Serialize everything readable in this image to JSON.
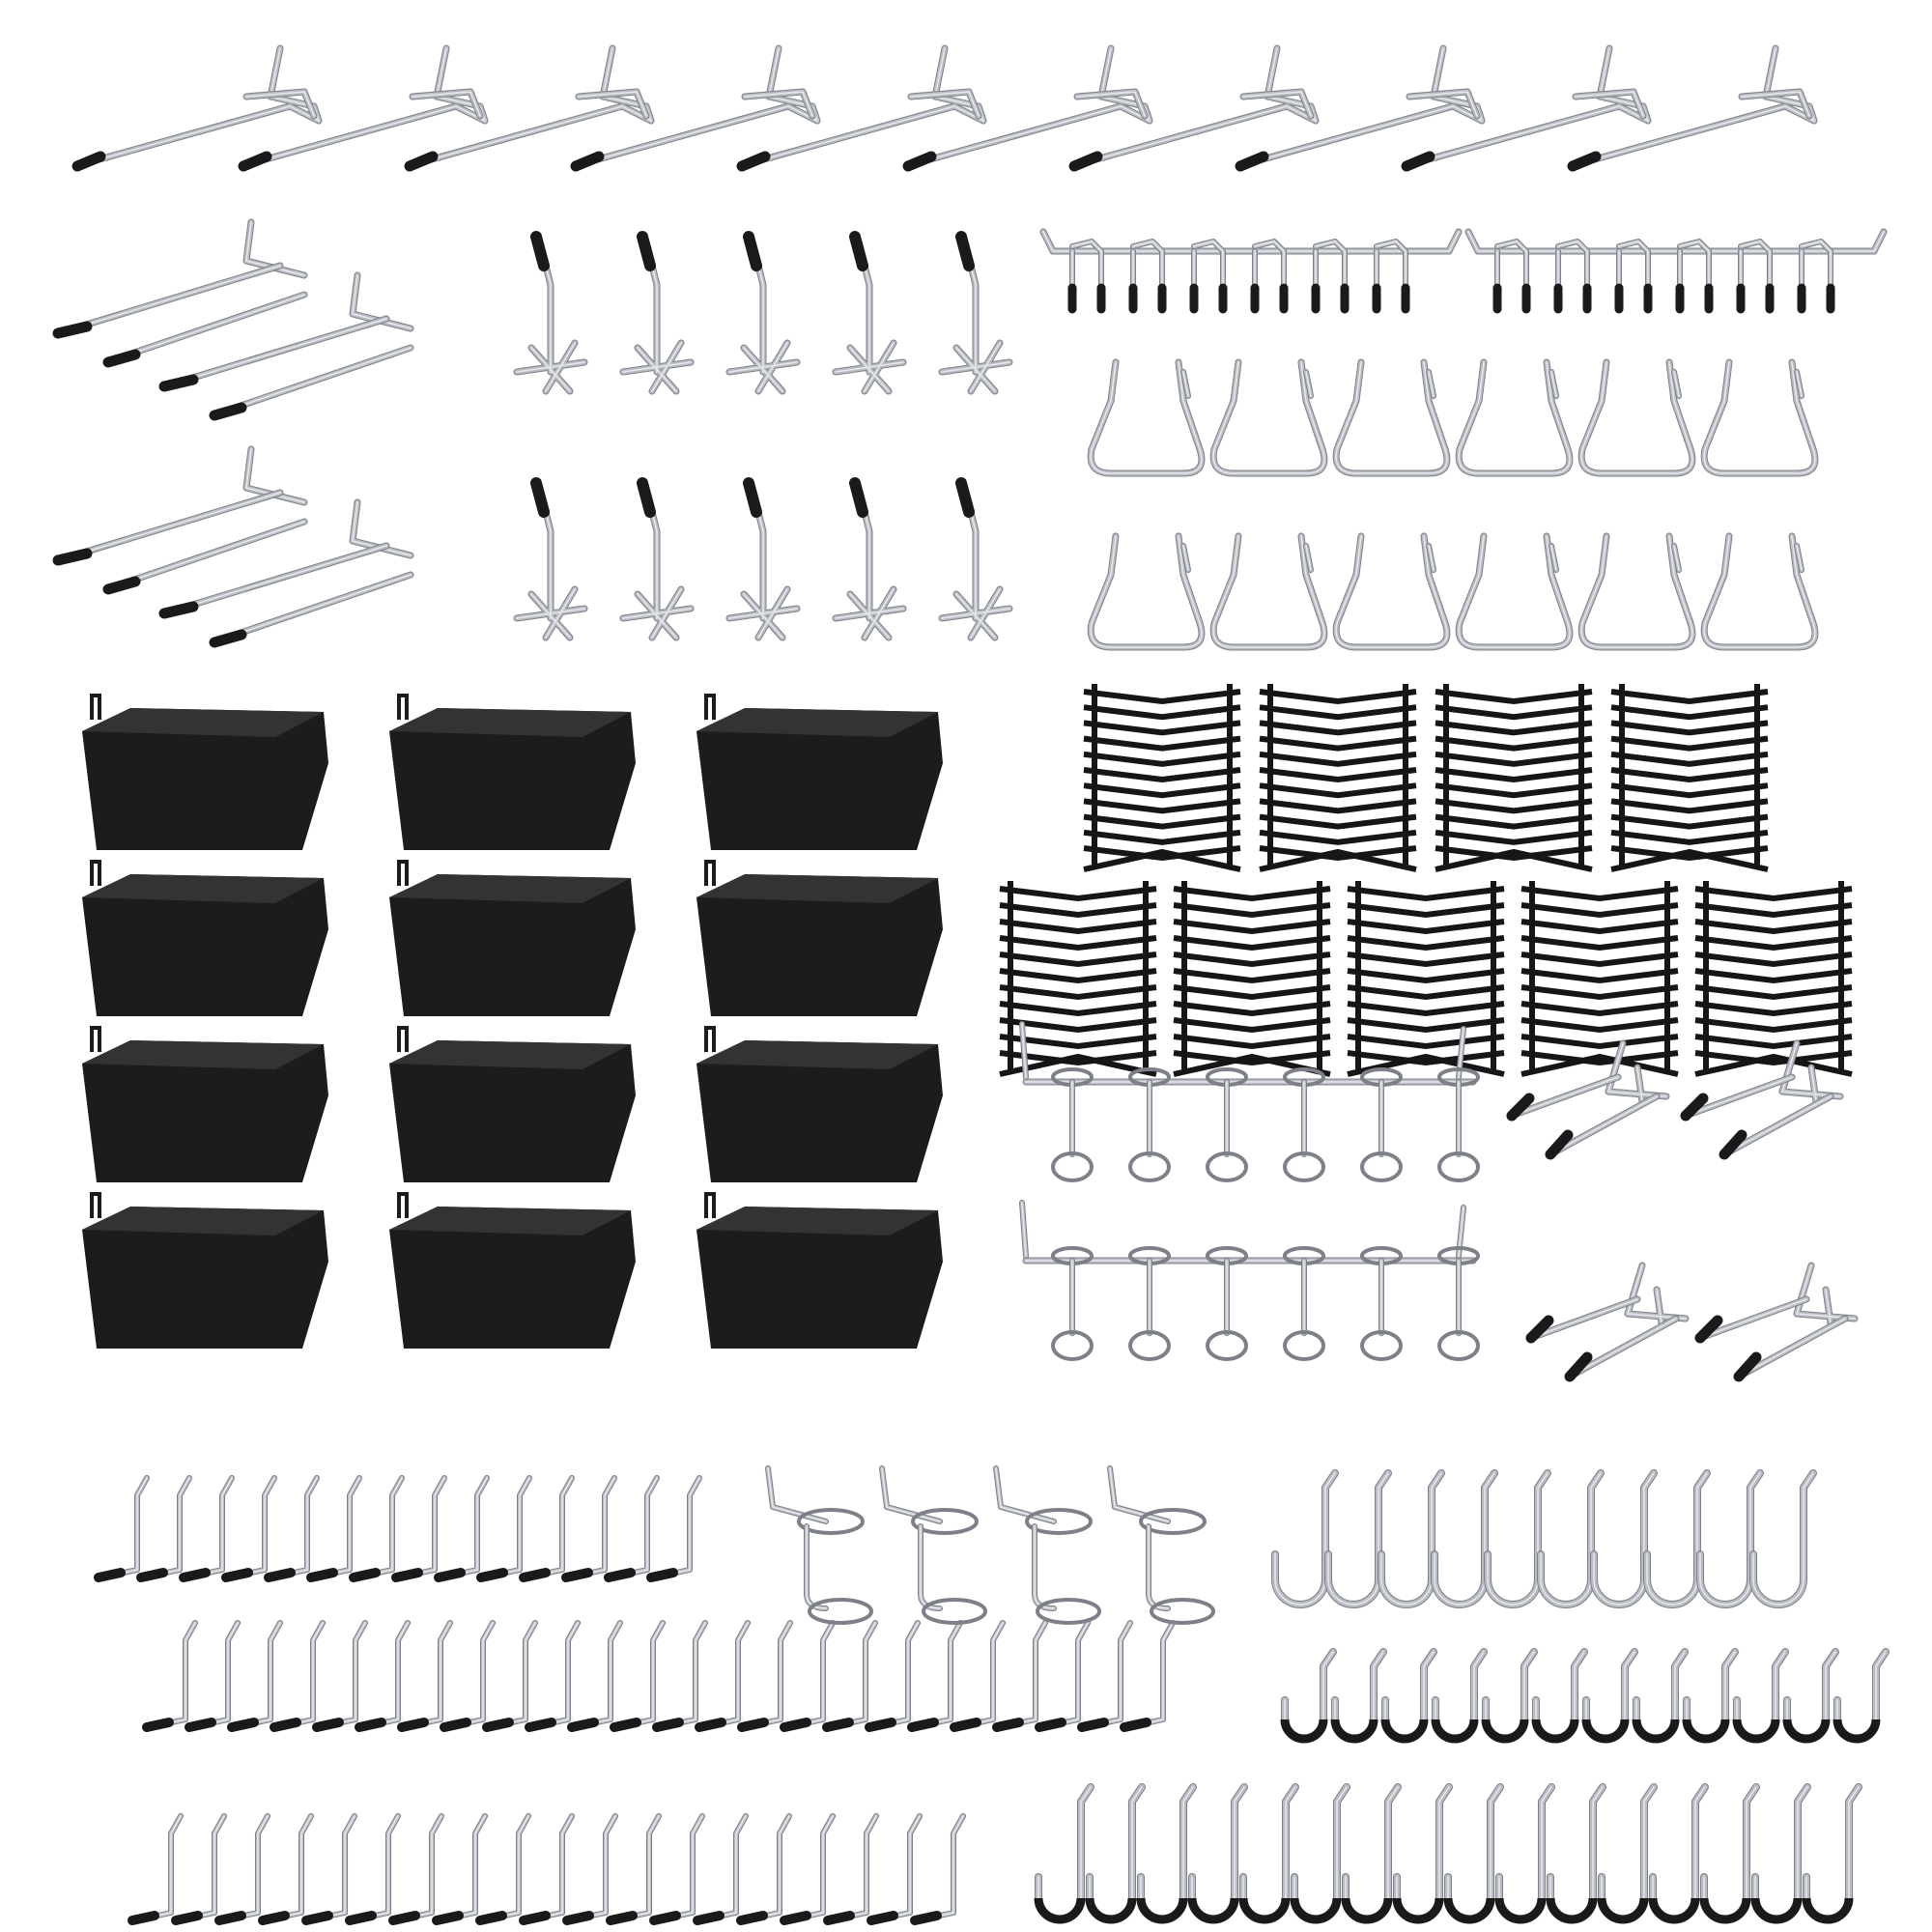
{
  "colors": {
    "background": "#ffffff",
    "metal": "#b9bcc2",
    "metal_highlight": "#e6e8ec",
    "metal_shadow": "#7d8088",
    "rubber_tip": "#1a1a1a",
    "bin": "#1c1c1c",
    "bin_rim": "#333333",
    "clip": "#161616"
  },
  "product": {
    "groups": [
      {
        "kind": "long-single-hook",
        "rows": 1,
        "per_row": 10
      },
      {
        "kind": "double-prong-hook",
        "rows": 2,
        "per_row": 2
      },
      {
        "kind": "short-l-hook",
        "rows": 2,
        "per_row": 5
      },
      {
        "kind": "multi-prong-tool-bar",
        "rows": 1,
        "per_row": 2
      },
      {
        "kind": "plier-holder",
        "rows": 2,
        "per_row": 6
      },
      {
        "kind": "plastic-bin",
        "rows": 4,
        "per_row": 3
      },
      {
        "kind": "peg-lock-clip-strip",
        "rows": 2,
        "per_row": [
          4,
          5
        ]
      },
      {
        "kind": "screwdriver-holder-bar",
        "rows": 2,
        "per_row": 1
      },
      {
        "kind": "angled-double-hook",
        "rows": 2,
        "per_row": 2
      },
      {
        "kind": "straight-l-hook",
        "rows": 3,
        "per_row": [
          14,
          24,
          19
        ]
      },
      {
        "kind": "single-ring-holder",
        "rows": 1,
        "per_row": 4
      },
      {
        "kind": "j-hook-large",
        "rows": 1,
        "per_row": 10
      },
      {
        "kind": "j-hook-small",
        "rows": 1,
        "per_row": 12
      },
      {
        "kind": "j-hook-curved",
        "rows": 1,
        "per_row": 16
      }
    ]
  }
}
